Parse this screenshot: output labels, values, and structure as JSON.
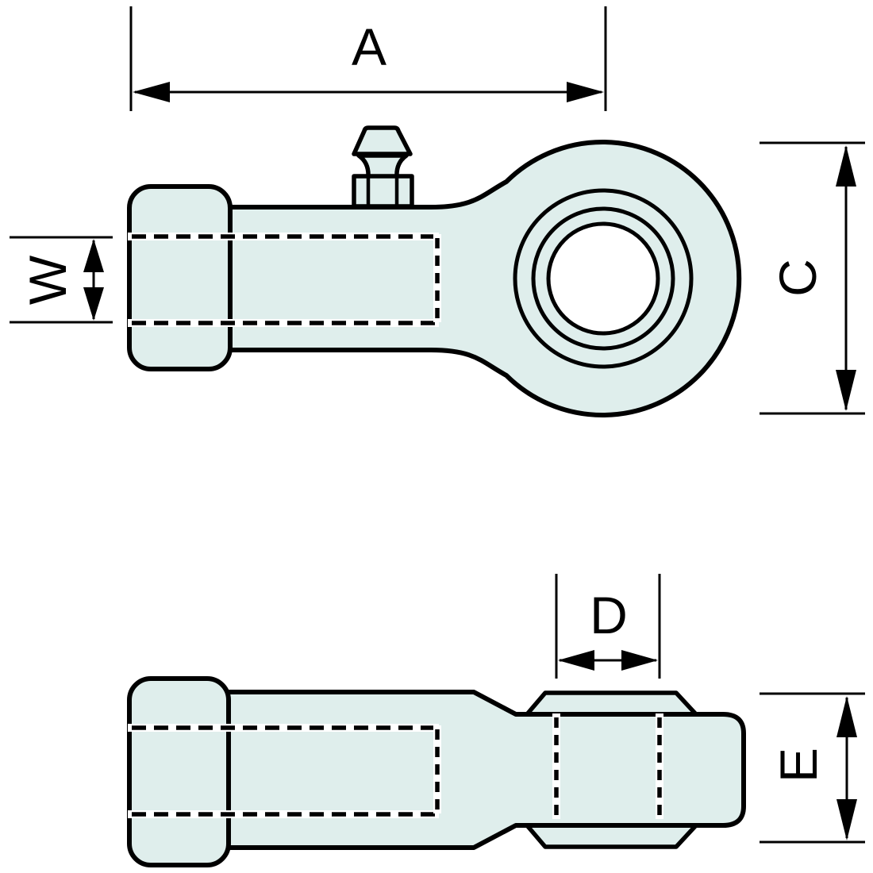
{
  "drawing": {
    "type": "engineering-dimension-diagram",
    "part": "rod-end-bearing-with-grease-fitting",
    "views": {
      "side_view": "rod end side profile with eye, bearing rings and grease fitting",
      "top_view": "rod end top profile with chamfered ball housing"
    },
    "labels": {
      "overall_length": "A",
      "thread_bore": "W",
      "head_diameter": "C",
      "ball_width": "D",
      "housing_width": "E"
    }
  },
  "colors": {
    "part_fill": "#dfeeec",
    "outline": "#000000",
    "bore_fill": "#ffffff",
    "background": "#ffffff"
  }
}
